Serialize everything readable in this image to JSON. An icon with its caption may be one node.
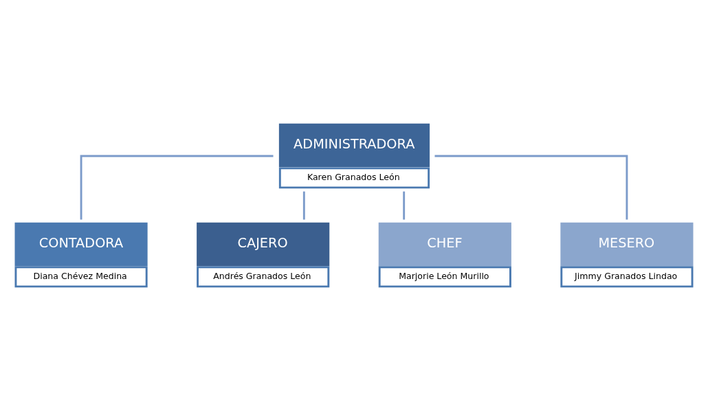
{
  "diagram": {
    "nodes": [
      {
        "text": [
          "ADMINISTRADORA",
          "Karen Granados León"
        ]
      },
      {
        "text": [
          "CONTADORA",
          "Diana Chévez Medina"
        ]
      },
      {
        "text": [
          "CAJERO",
          "Andrés Granados León"
        ]
      },
      {
        "text": [
          "CHEF",
          "Marjorie León Murillo"
        ]
      },
      {
        "text": [
          "MESERO",
          "Jimmy Granados Lindao"
        ]
      }
    ],
    "edges": [
      {
        "from": 0,
        "to": 1,
        "arrow": "none"
      },
      {
        "from": 0,
        "to": 2,
        "arrow": "none"
      },
      {
        "from": 0,
        "to": 3,
        "arrow": "none"
      },
      {
        "from": 0,
        "to": 4,
        "arrow": "none"
      }
    ]
  }
}
